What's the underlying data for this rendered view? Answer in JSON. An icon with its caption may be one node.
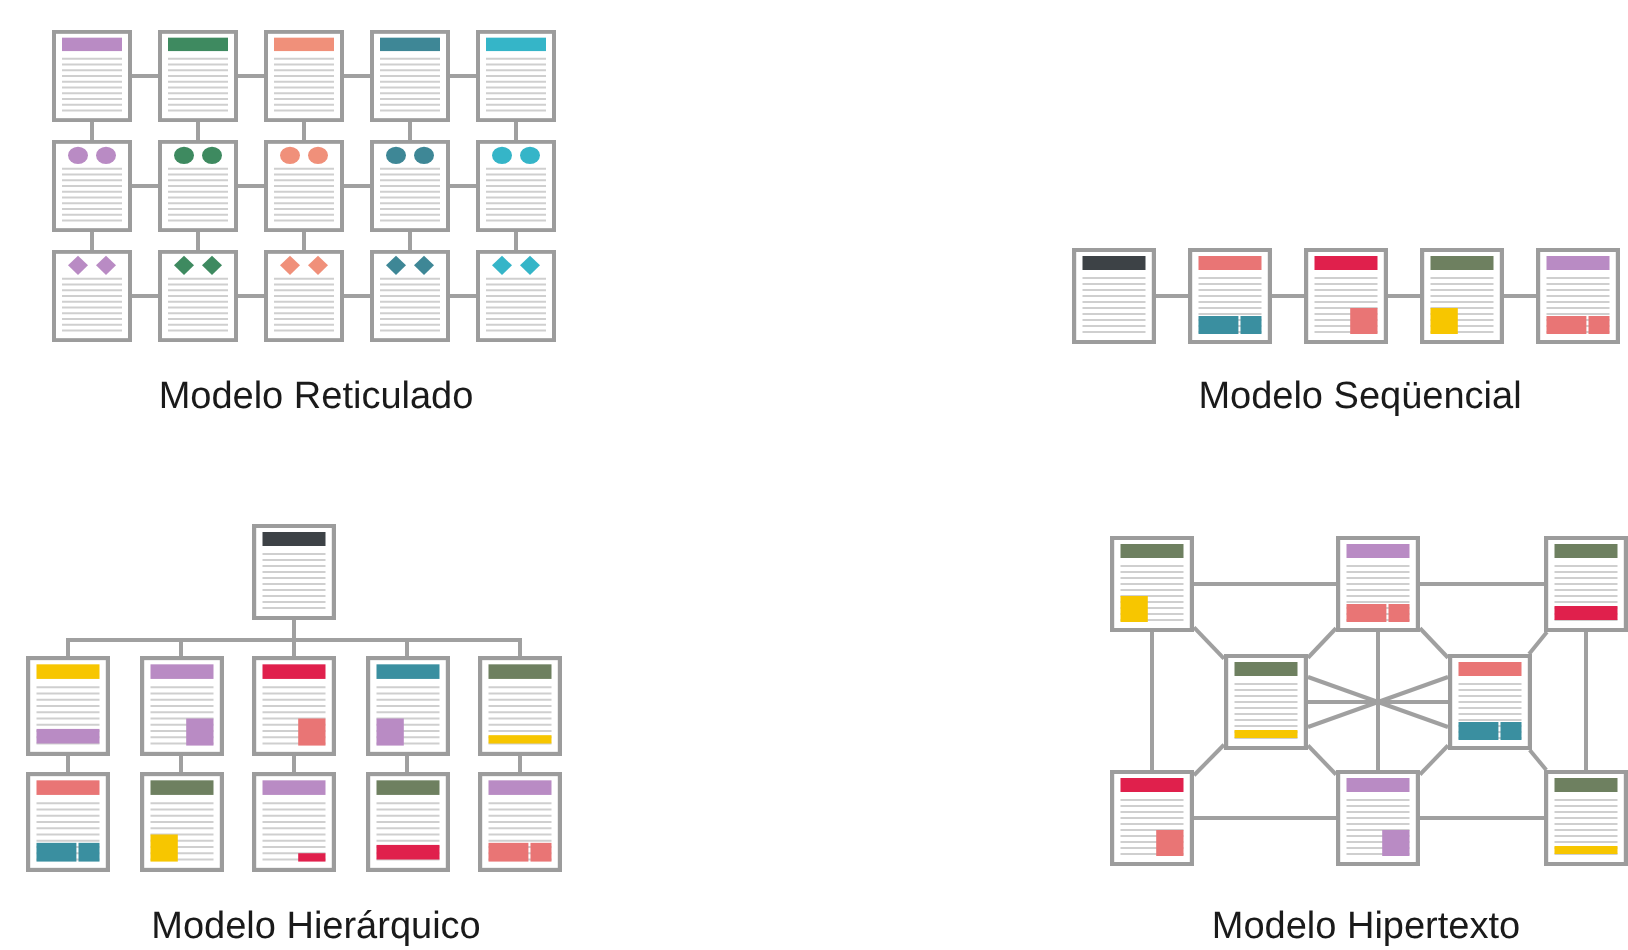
{
  "diagram": {
    "nodes": [
      {
        "text": [],
        "shape": "box"
      },
      {
        "text": [],
        "shape": "box"
      },
      {
        "text": [],
        "shape": "box"
      },
      {
        "text": [],
        "shape": "box"
      },
      {
        "text": [],
        "shape": "box"
      },
      {
        "text": [],
        "shape": "box"
      },
      {
        "text": [],
        "shape": "box"
      },
      {
        "text": [],
        "shape": "box"
      },
      {
        "text": [],
        "shape": "box"
      },
      {
        "text": [],
        "shape": "box"
      },
      {
        "text": [],
        "shape": "box"
      },
      {
        "text": [],
        "shape": "box"
      },
      {
        "text": [],
        "shape": "box"
      },
      {
        "text": [],
        "shape": "box"
      },
      {
        "text": [],
        "shape": "box"
      },
      {
        "text": [],
        "shape": "box"
      },
      {
        "text": [],
        "shape": "box"
      },
      {
        "text": [],
        "shape": "box"
      },
      {
        "text": [],
        "shape": "box"
      },
      {
        "text": [],
        "shape": "box"
      },
      {
        "text": [],
        "shape": "box"
      },
      {
        "text": [],
        "shape": "box"
      },
      {
        "text": [],
        "shape": "box"
      },
      {
        "text": [],
        "shape": "box"
      },
      {
        "text": [],
        "shape": "box"
      },
      {
        "text": [],
        "shape": "box"
      },
      {
        "text": [],
        "shape": "box"
      },
      {
        "text": [],
        "shape": "box"
      },
      {
        "text": [],
        "shape": "box"
      },
      {
        "text": [],
        "shape": "box"
      },
      {
        "text": [],
        "shape": "box"
      },
      {
        "text": [],
        "shape": "box"
      },
      {
        "text": [],
        "shape": "box"
      },
      {
        "text": [],
        "shape": "box"
      },
      {
        "text": [],
        "shape": "box"
      },
      {
        "text": [],
        "shape": "box"
      },
      {
        "text": [],
        "shape": "box"
      },
      {
        "text": [],
        "shape": "box"
      },
      {
        "text": [],
        "shape": "box"
      }
    ],
    "edges": [
      {
        "from": 0,
        "to": 1,
        "arrow": "none"
      },
      {
        "from": 1,
        "to": 2,
        "arrow": "none"
      },
      {
        "from": 2,
        "to": 3,
        "arrow": "none"
      },
      {
        "from": 3,
        "to": 4,
        "arrow": "none"
      },
      {
        "from": 5,
        "to": 6,
        "arrow": "none"
      },
      {
        "from": 6,
        "to": 7,
        "arrow": "none"
      },
      {
        "from": 7,
        "to": 8,
        "arrow": "none"
      },
      {
        "from": 8,
        "to": 9,
        "arrow": "none"
      },
      {
        "from": 10,
        "to": 11,
        "arrow": "none"
      },
      {
        "from": 11,
        "to": 12,
        "arrow": "none"
      },
      {
        "from": 12,
        "to": 13,
        "arrow": "none"
      },
      {
        "from": 13,
        "to": 14,
        "arrow": "none"
      },
      {
        "from": 0,
        "to": 5,
        "arrow": "none"
      },
      {
        "from": 1,
        "to": 6,
        "arrow": "none"
      },
      {
        "from": 2,
        "to": 7,
        "arrow": "none"
      },
      {
        "from": 3,
        "to": 8,
        "arrow": "none"
      },
      {
        "from": 4,
        "to": 9,
        "arrow": "none"
      },
      {
        "from": 5,
        "to": 10,
        "arrow": "none"
      },
      {
        "from": 6,
        "to": 11,
        "arrow": "none"
      },
      {
        "from": 7,
        "to": 12,
        "arrow": "none"
      },
      {
        "from": 8,
        "to": 13,
        "arrow": "none"
      },
      {
        "from": 9,
        "to": 14,
        "arrow": "none"
      },
      {
        "from": 15,
        "to": 16,
        "arrow": "none"
      },
      {
        "from": 16,
        "to": 17,
        "arrow": "none"
      },
      {
        "from": 17,
        "to": 18,
        "arrow": "none"
      },
      {
        "from": 18,
        "to": 19,
        "arrow": "none"
      },
      {
        "from": 20,
        "to": 21,
        "arrow": "none"
      },
      {
        "from": 20,
        "to": 22,
        "arrow": "none"
      },
      {
        "from": 20,
        "to": 23,
        "arrow": "none"
      },
      {
        "from": 20,
        "to": 24,
        "arrow": "none"
      },
      {
        "from": 20,
        "to": 25,
        "arrow": "none"
      },
      {
        "from": 21,
        "to": 26,
        "arrow": "none"
      },
      {
        "from": 22,
        "to": 27,
        "arrow": "none"
      },
      {
        "from": 23,
        "to": 28,
        "arrow": "none"
      },
      {
        "from": 24,
        "to": 29,
        "arrow": "none"
      },
      {
        "from": 25,
        "to": 30,
        "arrow": "none"
      },
      {
        "from": 31,
        "to": 32,
        "arrow": "none"
      },
      {
        "from": 32,
        "to": 33,
        "arrow": "none"
      },
      {
        "from": 36,
        "to": 37,
        "arrow": "none"
      },
      {
        "from": 37,
        "to": 38,
        "arrow": "none"
      },
      {
        "from": 31,
        "to": 36,
        "arrow": "none"
      },
      {
        "from": 33,
        "to": 38,
        "arrow": "none"
      },
      {
        "from": 32,
        "to": 37,
        "arrow": "none"
      },
      {
        "from": 31,
        "to": 34,
        "arrow": "none"
      },
      {
        "from": 32,
        "to": 34,
        "arrow": "none"
      },
      {
        "from": 32,
        "to": 35,
        "arrow": "none"
      },
      {
        "from": 33,
        "to": 35,
        "arrow": "none"
      },
      {
        "from": 36,
        "to": 34,
        "arrow": "none"
      },
      {
        "from": 37,
        "to": 34,
        "arrow": "none"
      },
      {
        "from": 37,
        "to": 35,
        "arrow": "none"
      },
      {
        "from": 38,
        "to": 35,
        "arrow": "none"
      },
      {
        "from": 34,
        "to": 35,
        "arrow": "none"
      },
      {
        "from": 34,
        "to": 35,
        "arrow": "none"
      },
      {
        "from": 34,
        "to": 35,
        "arrow": "none"
      }
    ],
    "labels": [
      "Modelo Reticulado",
      "Modelo Seqüencial",
      "Modelo Hierárquico",
      "Modelo Hipertexto"
    ]
  }
}
